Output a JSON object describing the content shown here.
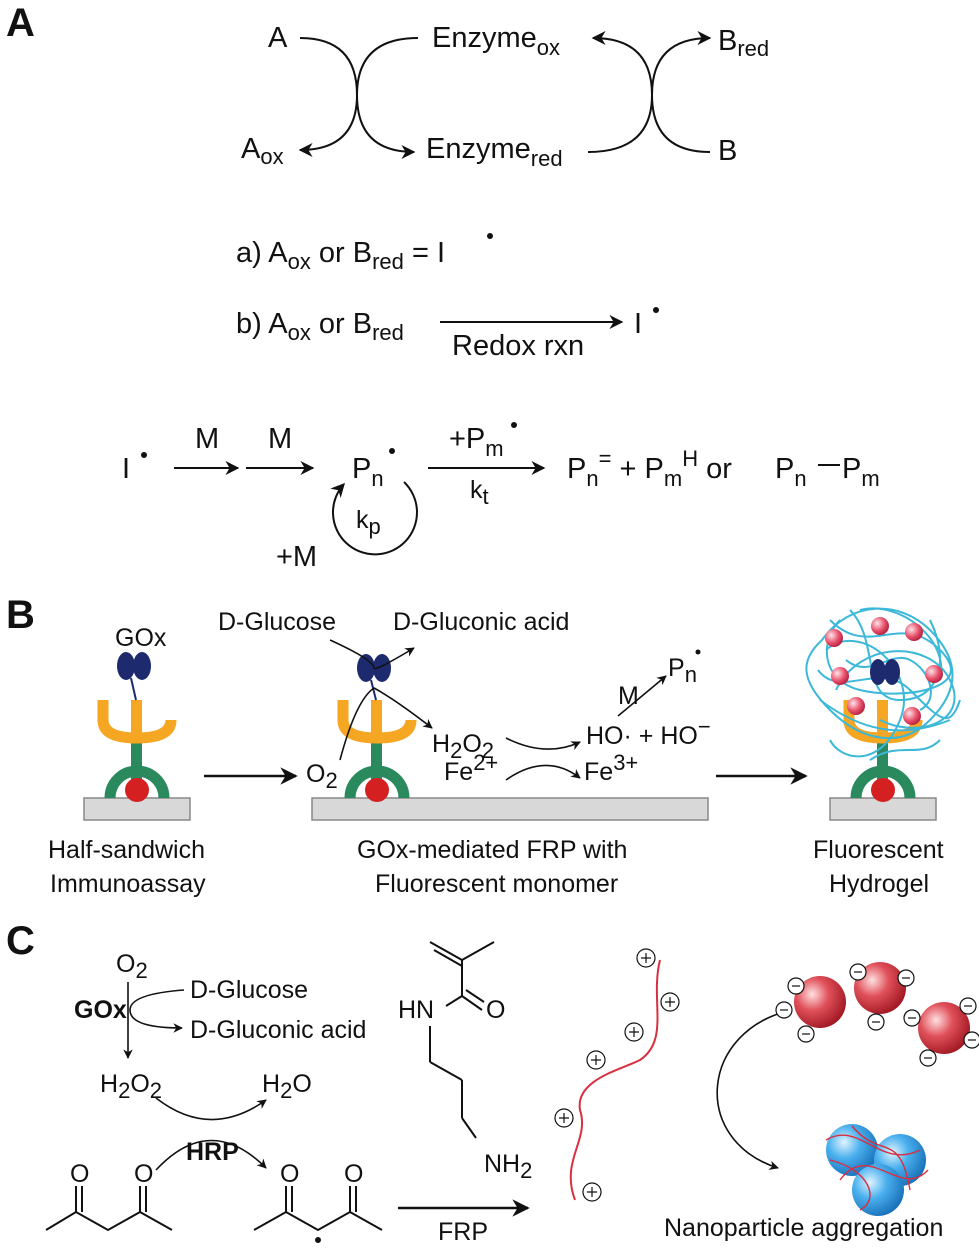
{
  "panels": {
    "a": "A",
    "b": "B",
    "c": "C"
  },
  "panel_a": {
    "cycle": {
      "a": "A",
      "a_ox_base": "A",
      "a_ox_sub": "ox",
      "enzyme_ox_base": "Enzyme",
      "enzyme_ox_sub": "ox",
      "enzyme_red_base": "Enzyme",
      "enzyme_red_sub": "red",
      "b_red_base": "B",
      "b_red_sub": "red",
      "b": "B"
    },
    "rule_a": {
      "prefix": "a) A",
      "sub1": "ox",
      "mid": " or B",
      "sub2": "red",
      "suffix": " = I"
    },
    "rule_b": {
      "prefix": "b) A",
      "sub1": "ox",
      "mid": " or B",
      "sub2": "red",
      "arrow_label": "Redox rxn",
      "product": "I"
    },
    "polymerization": {
      "initiator": "I",
      "m1": "M",
      "m2": "M",
      "chain_base": "P",
      "chain_sub": "n",
      "kp_base": "k",
      "kp_sub": "p",
      "plus_m": "+M",
      "top_label_base": "+P",
      "top_label_sub": "m",
      "kt_base": "k",
      "kt_sub": "t",
      "products": {
        "p1_base": "P",
        "p1_sub": "n",
        "p1_sup": "=",
        "plus": " + ",
        "p2_base": "P",
        "p2_sub": "m",
        "p2_sup": "H",
        "or": " or ",
        "p3_base": "P",
        "p3_sub": "n",
        "p4_base": "P",
        "p4_sub": "m"
      }
    }
  },
  "panel_b": {
    "gox": "GOx",
    "d_glucose": "D-Glucose",
    "d_gluconic": "D-Gluconic acid",
    "o2_base": "O",
    "o2_sub": "2",
    "h2o2": {
      "a": "H",
      "b": "2",
      "c": "O",
      "d": "2"
    },
    "fe2_base": "Fe",
    "fe2_sup": "2+",
    "fe3_base": "Fe",
    "fe3_sup": "3+",
    "radical_products": "HO· + HO",
    "radical_sup": "−",
    "m": "M",
    "pn_base": "P",
    "pn_sub": "n",
    "caption1": [
      "Half-sandwich",
      "Immunoassay"
    ],
    "caption2": [
      "GOx-mediated FRP with",
      "Fluorescent monomer"
    ],
    "caption3": [
      "Fluorescent",
      "Hydrogel"
    ],
    "colors": {
      "antibody_yellow": "#f5a623",
      "antibody_green": "#2a8a5e",
      "antigen_red": "#d42020",
      "enzyme_navy": "#1d2a6e",
      "hydrogel_cyan": "#3cb8d8",
      "substrate_gray": "#d8d8d8"
    }
  },
  "panel_c": {
    "o2_base": "O",
    "o2_sub": "2",
    "gox": "GOx",
    "d_glucose": "D-Glucose",
    "d_gluconic": "D-Gluconic acid",
    "h2o2": {
      "a": "H",
      "b": "2",
      "c": "O",
      "d": "2"
    },
    "h2o": {
      "a": "H",
      "b": "2",
      "c": "O"
    },
    "hrp": "HRP",
    "frp": "FRP",
    "monomer": {
      "o": "O",
      "hn": "HN",
      "nh2_base": "NH",
      "nh2_sub": "2"
    },
    "diketone_o": "O",
    "caption": "Nanoparticle aggregation",
    "colors": {
      "polymer_red": "#d83040",
      "np_red": "#d8303a",
      "np_blue": "#3aa4e8"
    }
  }
}
